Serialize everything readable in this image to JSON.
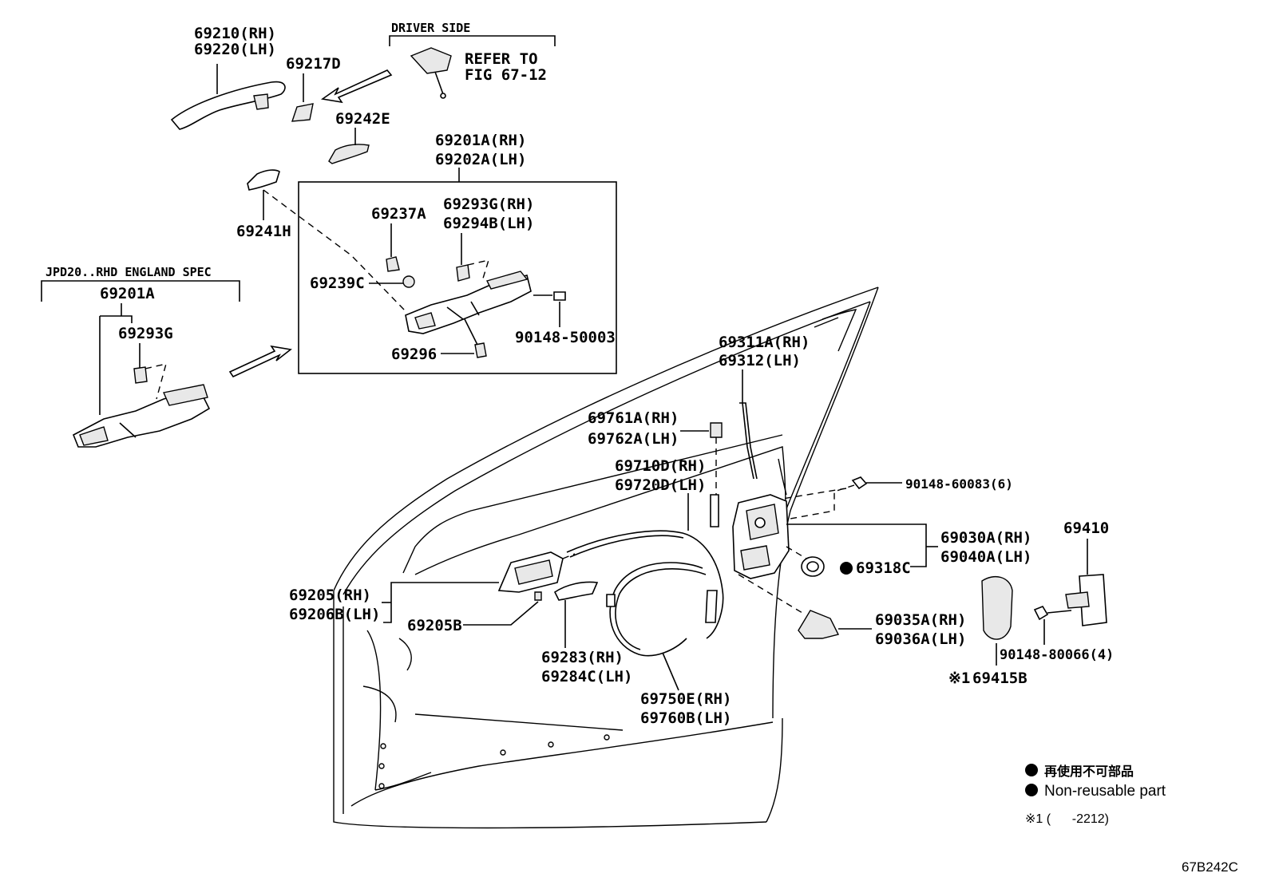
{
  "labels": {
    "p69210": "69210(RH)",
    "p69220": "69220(LH)",
    "p69217d": "69217D",
    "driver_side": "DRIVER SIDE",
    "refer_to": "REFER TO",
    "fig": "FIG 67-12",
    "p69242e": "69242E",
    "p69201a_rh": "69201A(RH)",
    "p69202a_lh": "69202A(LH)",
    "p69241h": "69241H",
    "p69237a": "69237A",
    "p69293g_rh": "69293G(RH)",
    "p69294b_lh": "69294B(LH)",
    "jpd_spec": "JPD20..RHD ENGLAND SPEC",
    "p69201a": "69201A",
    "p69239c": "69239C",
    "p69293g": "69293G",
    "p90148_50003": "90148-50003",
    "p69296": "69296",
    "p69311a": "69311A(RH)",
    "p69312": "69312(LH)",
    "p69761a": "69761A(RH)",
    "p69762a": "69762A(LH)",
    "p69710d": "69710D(RH)",
    "p69720d": "69720D(LH)",
    "p90148_60083": "90148-60083(6)",
    "p69410": "69410",
    "p69030a": "69030A(RH)",
    "p69040a": "69040A(LH)",
    "p69318c": "69318C",
    "p69205_rh": "69205(RH)",
    "p69206b_lh": "69206B(LH)",
    "p69205b": "69205B",
    "p69035a": "69035A(RH)",
    "p69036a": "69036A(LH)",
    "p69283": "69283(RH)",
    "p69284c": "69284C(LH)",
    "p90148_80066": "90148-80066(4)",
    "p69415b": "69415B",
    "p69415b_mark": "※1",
    "p69750e": "69750E(RH)",
    "p69760b": "69760B(LH)"
  },
  "legend": {
    "jp": "再使用不可部品",
    "en": "Non-reusable part",
    "note": "※1 (      -2212)"
  },
  "figure_code": "67B242C"
}
